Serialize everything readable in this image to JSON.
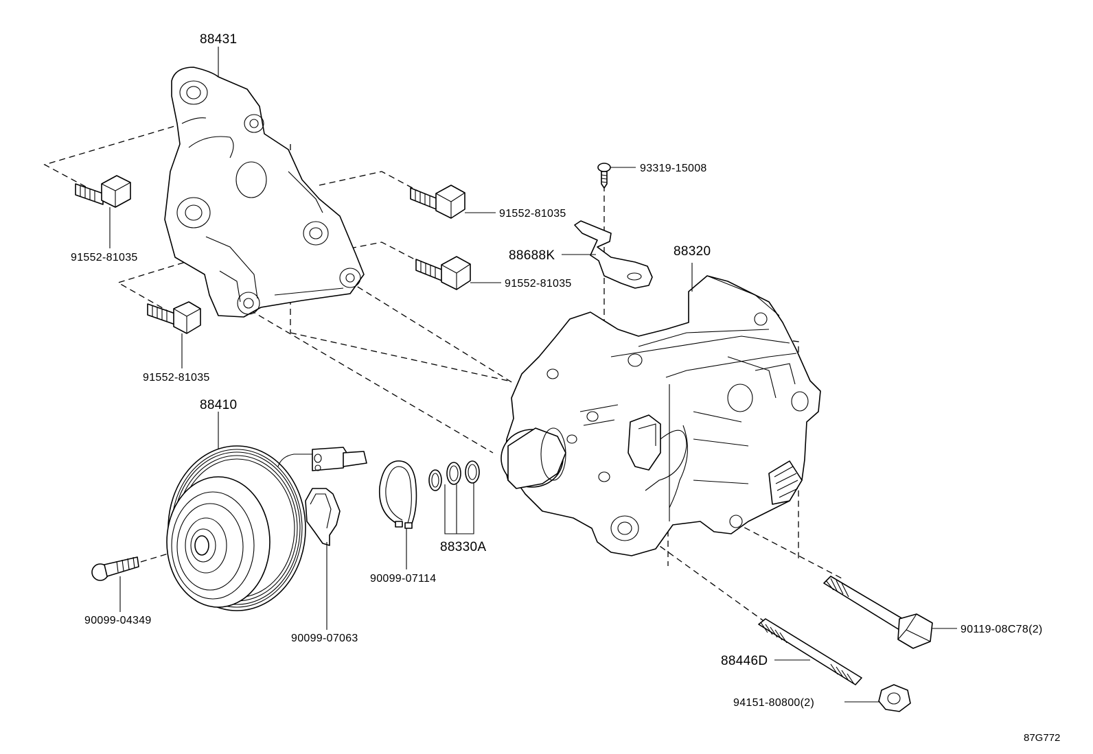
{
  "parts": {
    "bracket": "88431",
    "bolt_upper_left": "91552-81035",
    "bolt_upper_center": "91552-81035",
    "bolt_middle_center": "91552-81035",
    "bolt_lower_left": "91552-81035",
    "screw": "93319-15008",
    "clamp": "88688K",
    "compressor": "88320",
    "clutch_pulley": "88410",
    "snap_ring": "90099-07114",
    "shims": "88330A",
    "clutch_bolt": "90099-04349",
    "gasket": "90099-07063",
    "stud_bolt": "88446D",
    "long_bolt": "90119-08C78(2)",
    "nut": "94151-80800(2)"
  },
  "diagram_code": "87G772"
}
